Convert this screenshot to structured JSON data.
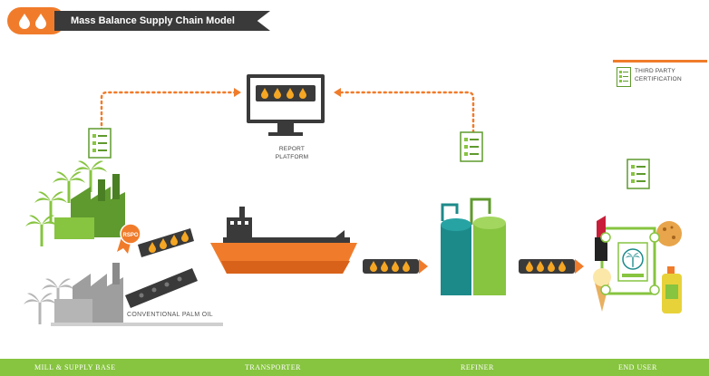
{
  "header": {
    "title": "Mass Balance Supply Chain Model"
  },
  "legend": {
    "certification_line1": "THIRD PARTY",
    "certification_line2": "CERTIFICATION"
  },
  "platform": {
    "line1": "REPORT",
    "line2": "PLATFORM"
  },
  "mill": {
    "badge": "RSPO",
    "conventional_label": "CONVENTIONAL PALM OIL"
  },
  "stages": [
    {
      "label": "MILL & SUPPLY BASE"
    },
    {
      "label": "TRANSPORTER"
    },
    {
      "label": "REFINER"
    },
    {
      "label": "END USER"
    }
  ],
  "colors": {
    "orange": "#f07c2b",
    "green": "#87c440",
    "dark_green": "#5f9a2e",
    "teal": "#1d8a8a",
    "dark": "#3a3a3a",
    "gray": "#9e9e9e"
  },
  "icons": [
    "oil-drop-icon",
    "document-checklist-icon",
    "monitor-icon",
    "factory-icon",
    "ship-icon",
    "refinery-tanks-icon",
    "lipstick-icon",
    "cookie-icon",
    "ice-cream-icon",
    "detergent-bottle-icon",
    "rspo-label-icon",
    "palm-tree-icon"
  ]
}
